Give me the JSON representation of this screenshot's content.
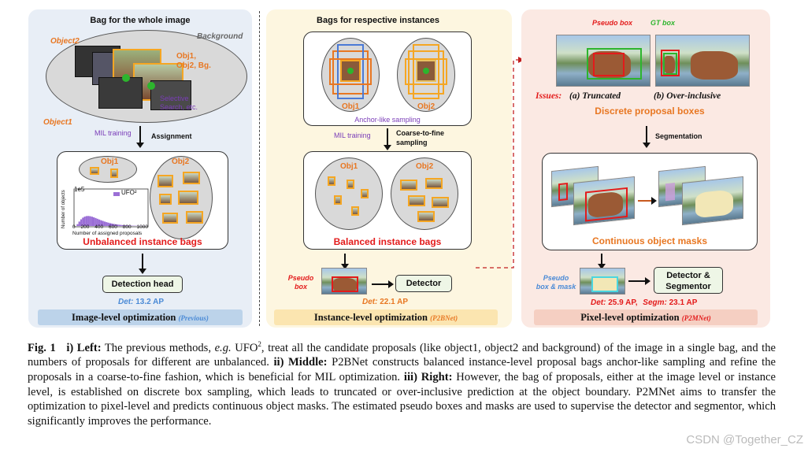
{
  "left": {
    "title": "Bag for the whole image",
    "labels": {
      "object2": "Object2",
      "object1": "Object1",
      "background": "Background",
      "obj_list": "Obj1,",
      "obj_list2": "Obj2, Bg.",
      "obj_list_b": "Obj1,",
      "selective": "Selective",
      "search": "Search, etc."
    },
    "mil": "MIL training",
    "assignment": "Assignment",
    "obj1": "Obj1",
    "obj2": "Obj2",
    "hist_exp": "1e5",
    "hist_legend": "UFO²",
    "hist_ylabel": "Number of objects",
    "hist_xticks": [
      "0",
      "200",
      "400",
      "600",
      "800",
      "1000"
    ],
    "hist_xlabel": "Number of assigned proposals",
    "unbalanced": "Unbalanced instance bags",
    "detection_head": "Detection head",
    "det_label": "Det:",
    "det_value": "13.2 AP",
    "footer": "Image-level optimization",
    "footer_tag": "(Previous)"
  },
  "middle": {
    "title": "Bags for respective instances",
    "obj1": "Obj1",
    "obj2": "Obj2",
    "anchor": "Anchor-like sampling",
    "mil": "MIL training",
    "coarse": "Coarse-to-fine",
    "sampling": "sampling",
    "obj1b": "Obj1",
    "obj2b": "Obj2",
    "balanced": "Balanced instance bags",
    "pseudo": "Pseudo",
    "box": "box",
    "detector": "Detector",
    "det_label": "Det:",
    "det_value": "22.1 AP",
    "footer": "Instance-level optimization",
    "footer_tag": "(P2BNet)"
  },
  "right": {
    "pseudo_box": "Pseudo box",
    "gt_box": "GT box",
    "issues": "Issues:",
    "truncated": "(a) Truncated",
    "overinclusive": "(b) Over-inclusive",
    "discrete": "Discrete proposal boxes",
    "segmentation": "Segmentation",
    "continuous": "Continuous object masks",
    "pseudo_bm1": "Pseudo",
    "pseudo_bm2": "box & mask",
    "det_seg1": "Detector &",
    "det_seg2": "Segmentor",
    "det_label": "Det:",
    "det_value": "25.9 AP,",
    "segm_label": "Segm:",
    "segm_value": "23.1 AP",
    "footer": "Pixel-level optimization",
    "footer_tag": "(P2MNet)"
  },
  "caption": {
    "fig": "Fig. 1",
    "left_head": "i) Left:",
    "l1a": "The previous methods,",
    "eg": "e.g.",
    "l1b": "UFO",
    "l1c": ", treat all the candidate proposals (like object1, object2 and background) of the image in a single bag, and the numbers of proposals for different are unbalanced.",
    "mid_head": "ii) Middle:",
    "mid_text": "P2BNet constructs balanced instance-level proposal bags anchor-like sampling and refine the proposals in a coarse-to-fine fashion, which is beneficial for MIL optimization.",
    "right_head": "iii) Right:",
    "right_text": "However, the bag of proposals, either at the image level or instance level, is established on discrete box sampling, which leads to truncated or over-inclusive prediction at the object boundary. P2MNet aims to transfer the optimization to pixel-level and predicts continuous object masks. The estimated pseudo boxes and masks are used to supervise the detector and segmentor, which significantly improves the performance."
  },
  "watermark": "CSDN @Together_CZ",
  "colors": {
    "left_bg": "#e8eef6",
    "mid_bg": "#fdf6e0",
    "right_bg": "#fbe9e3",
    "orange": "#e87722",
    "red": "#e31b1b"
  }
}
